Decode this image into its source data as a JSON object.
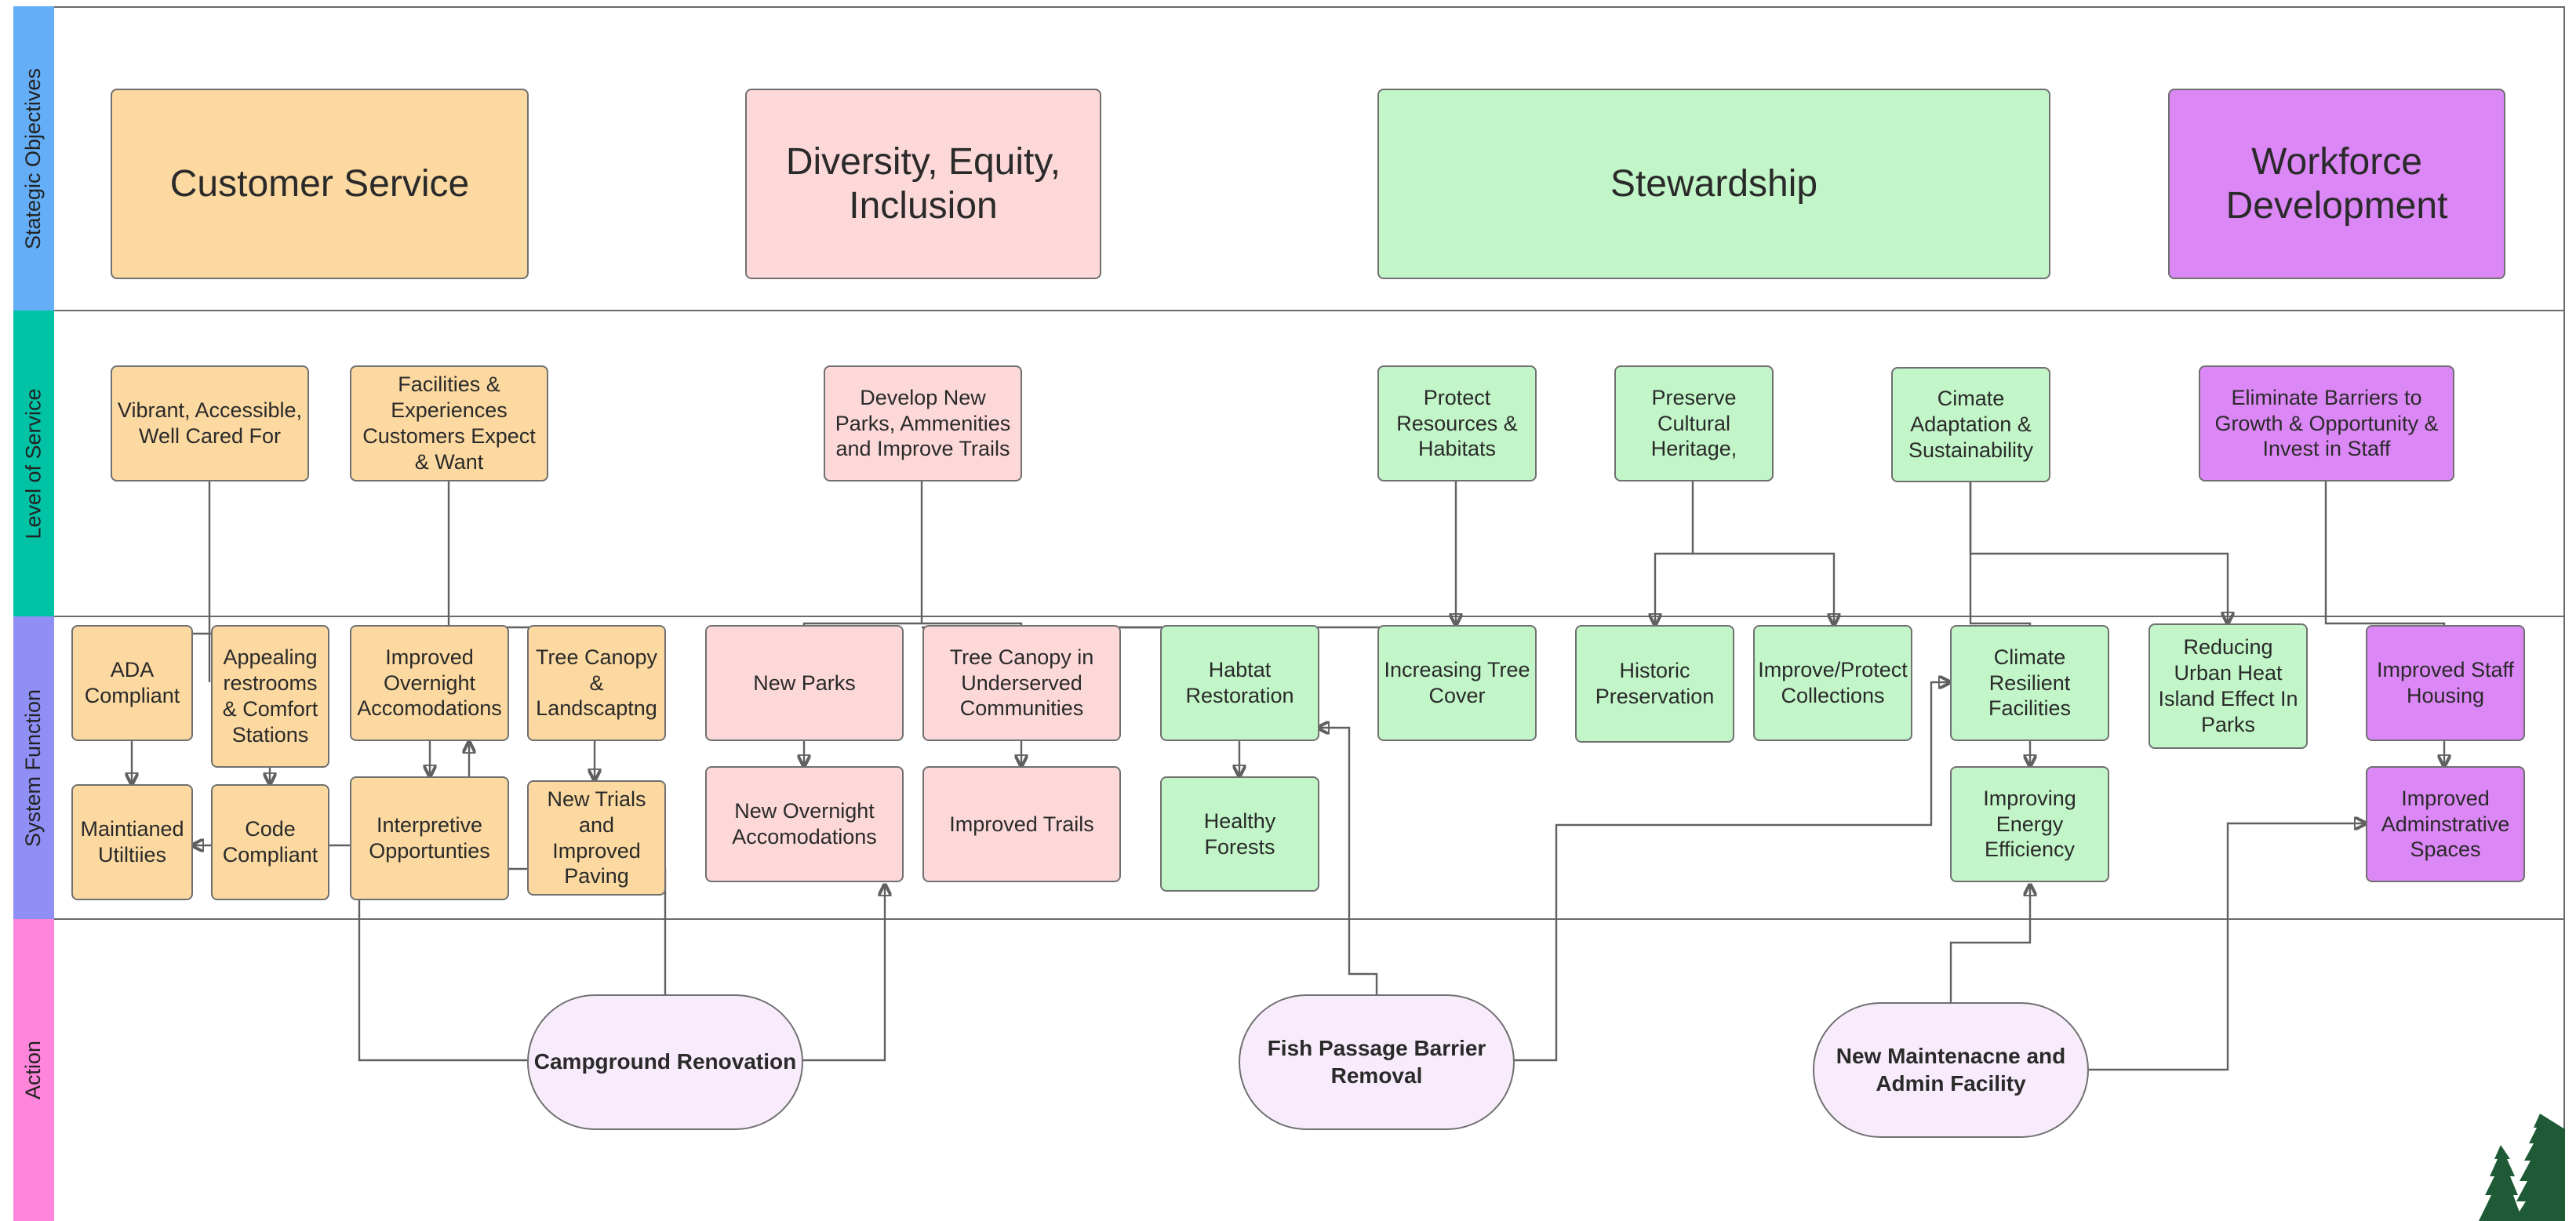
{
  "colors": {
    "lane_objectives": "#64aef7",
    "lane_service": "#00c2a5",
    "lane_function": "#8f8ff5",
    "lane_action": "#ff85da",
    "orange": "#fcd9a0",
    "pink": "#fdd8d9",
    "green": "#c2f6c8",
    "purple": "#dc87f6",
    "action_fill": "#f8ecfc",
    "tree": "#1f5a37"
  },
  "lanes": {
    "objectives": "Stategic Objectives",
    "service": "Level of Service",
    "function": "System Function",
    "action": "Action"
  },
  "objectives": {
    "customer_service": "Customer Service",
    "dei": "Diversity, Equity, Inclusion",
    "stewardship": "Stewardship",
    "workforce": "Workforce Development"
  },
  "service": {
    "vibrant": "Vibrant, Accessible, Well Cared For",
    "facilities": "Facilities & Experiences Customers Expect & Want",
    "develop": "Develop New Parks, Ammenities and Improve Trails",
    "protect": "Protect Resources & Habitats",
    "preserve": "Preserve Cultural Heritage,",
    "climate": "Cimate Adaptation & Sustainability",
    "eliminate": "Eliminate Barriers to Growth & Opportunity & Invest in Staff"
  },
  "functions": {
    "ada": "ADA Compliant",
    "restrooms": "Appealing restrooms & Comfort Stations",
    "overnight": "Improved Overnight Accomodations",
    "tree_canopy_land": "Tree Canopy & Landscaptng",
    "maintained": "Maintianed Utiltiies",
    "code": "Code Compliant",
    "interpretive": "Interpretive Opportunties",
    "new_trails": "New Trials and Improved Paving",
    "new_parks": "New Parks",
    "tree_underserved": "Tree Canopy in Underserved Communities",
    "new_overnight": "New Overnight Accomodations",
    "improved_trails": "Improved Trails",
    "habitat": "Habtat Restoration",
    "healthy": "Healthy Forests",
    "tree_cover": "Increasing Tree Cover",
    "historic": "Historic Preservation",
    "collections": "Improve/Protect Collections",
    "resilient": "Climate Resilient Facilities",
    "energy": "Improving Energy Efficiency",
    "heat": "Reducing Urban Heat Island Effect In Parks",
    "housing": "Improved Staff Housing",
    "admin": "Improved Adminstrative Spaces"
  },
  "actions": {
    "campground": "Campground Renovation",
    "fish": "Fish Passage Barrier Removal",
    "facility": "New  Maintenacne and Admin Facility"
  },
  "icons": {
    "tree": "evergreen-trees-icon"
  }
}
